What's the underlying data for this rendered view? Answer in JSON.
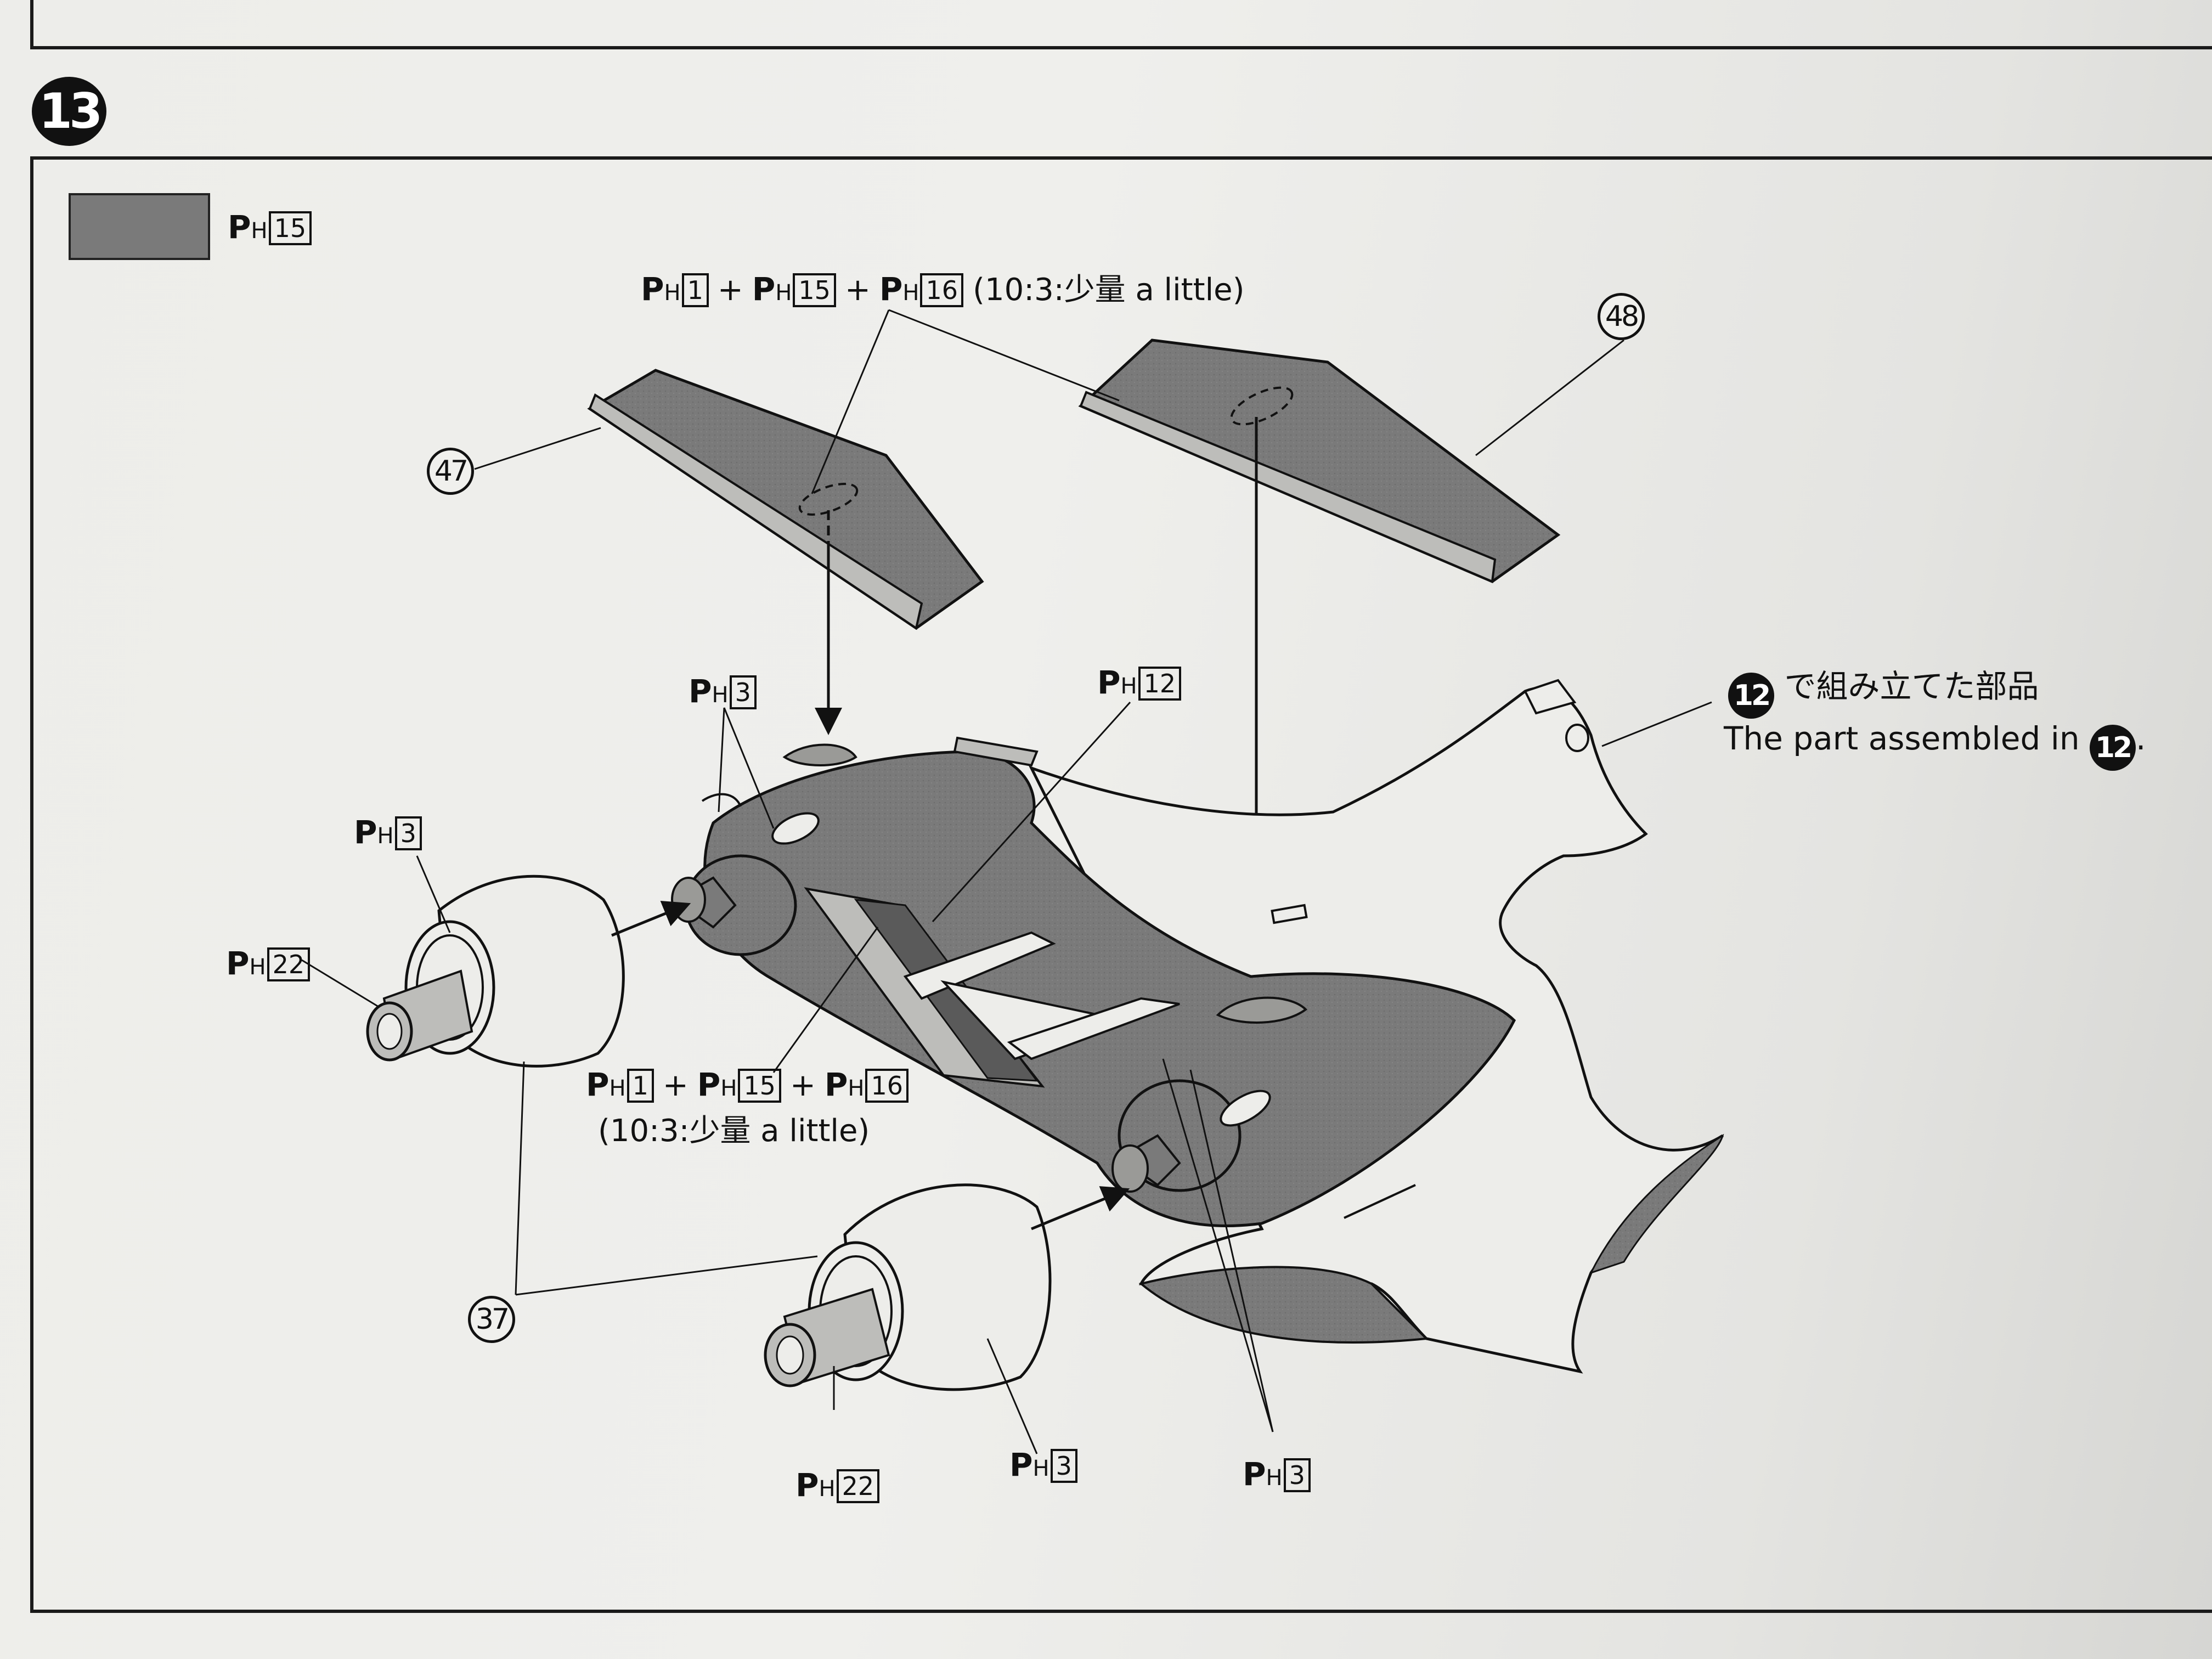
{
  "step": {
    "number": "13"
  },
  "legend": {
    "color_code": "15",
    "swatch_color": "#7a7a7a"
  },
  "paint_codes": {
    "prefix_p": "P",
    "prefix_h": "H",
    "mix_top": {
      "codes": [
        "1",
        "15",
        "16"
      ],
      "ratio_text": "(10:3:少量 a little)"
    },
    "mix_bottom": {
      "codes": [
        "1",
        "15",
        "16"
      ],
      "ratio_text": "(10:3:少量 a little)"
    },
    "labels": {
      "ph3_left_intake": "3",
      "ph12_center": "12",
      "ph3_left_nozzle": "3",
      "ph22_left_nozzle": "22",
      "ph22_right_nozzle": "22",
      "ph3_right_nozzle": "3",
      "ph3_right_intake": "3"
    }
  },
  "parts": {
    "p47": "47",
    "p48": "48",
    "p37": "37"
  },
  "reference_note": {
    "badge": "12",
    "jp_text": "で組み立てた部品",
    "en_text": "The part assembled in",
    "en_suffix": "."
  },
  "colors": {
    "part_gray": "#7a7a7a",
    "light_gray": "#c9c9c6",
    "line": "#111111"
  }
}
